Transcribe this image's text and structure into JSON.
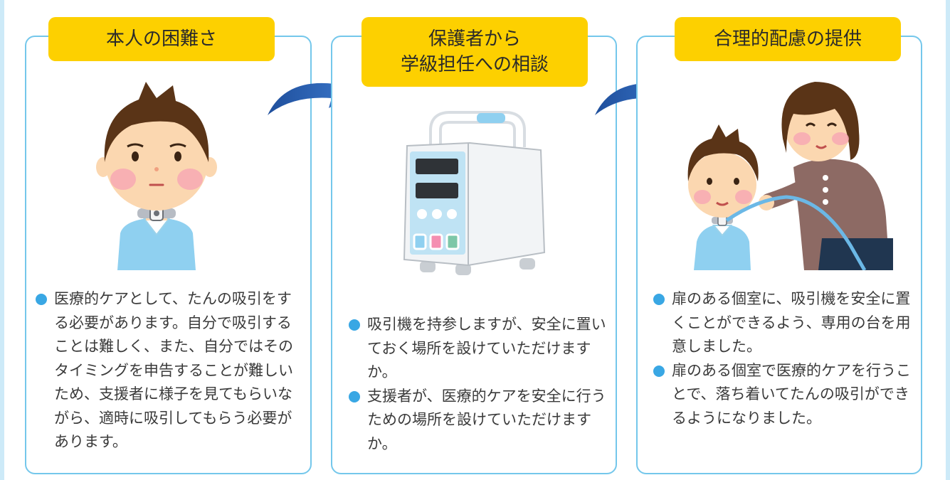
{
  "colors": {
    "panel_border": "#74c7eb",
    "title_bg": "#fdd000",
    "bullet_dot": "#39a7e4",
    "arrow": "#2a63b4",
    "side_frame": "#cdeaf8"
  },
  "panels": [
    {
      "title_lines": [
        "本人の困難さ"
      ],
      "bullets": [
        "医療的ケアとして、たんの吸引をする必要があります。自分で吸引することは難しく、また、自分ではそのタイミングを申告することが難しいため、支援者に様子を見てもらいながら、適時に吸引してもらう必要があります。"
      ],
      "illustration": "boy-with-tracheostomy"
    },
    {
      "title_lines": [
        "保護者から",
        "学級担任への相談"
      ],
      "bullets": [
        "吸引機を持参しますが、安全に置いておく場所を設けていただけますか。",
        "支援者が、医療的ケアを安全に行うための場所を設けていただけますか。"
      ],
      "illustration": "suction-machine"
    },
    {
      "title_lines": [
        "合理的配慮の提供"
      ],
      "bullets": [
        "扉のある個室に、吸引機を安全に置くことができるよう、専用の台を用意しました。",
        "扉のある個室で医療的ケアを行うことで、落ち着いてたんの吸引ができるようになりました。"
      ],
      "illustration": "caregiver-suctioning-boy"
    }
  ],
  "arrows": [
    "arrow-right-icon",
    "arrow-right-icon"
  ]
}
